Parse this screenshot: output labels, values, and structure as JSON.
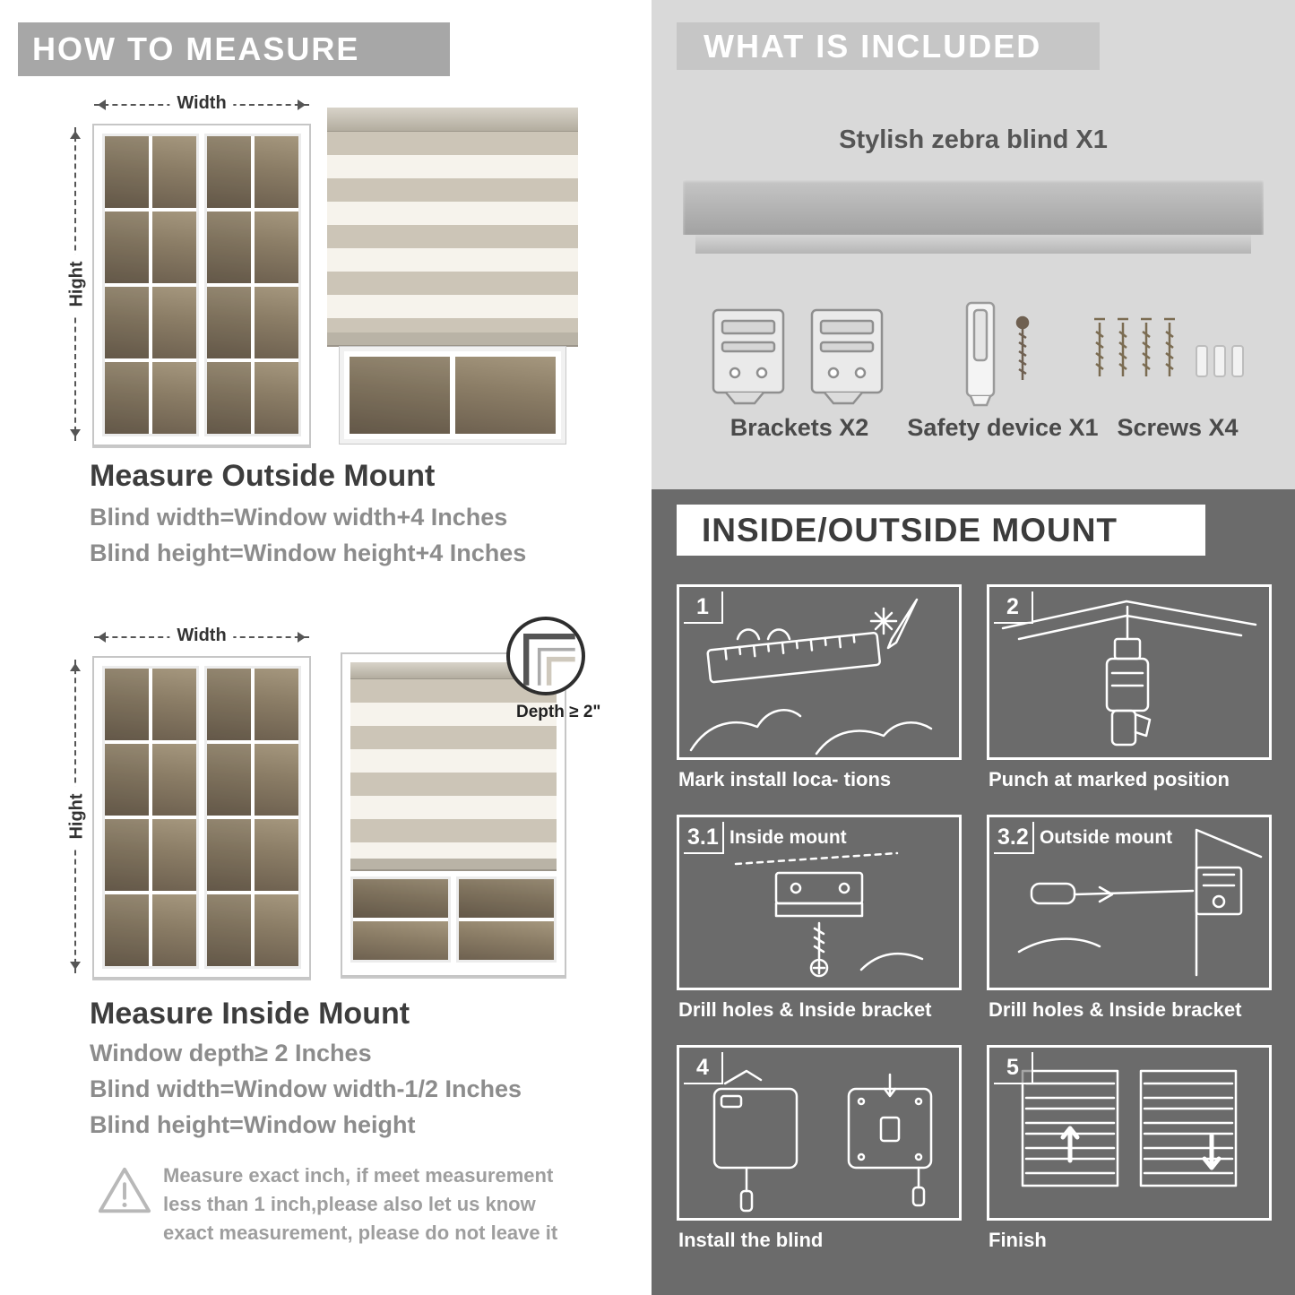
{
  "left": {
    "banner": "HOW TO MEASURE",
    "width_label": "Width",
    "height_label": "Hight",
    "outside": {
      "heading": "Measure Outside Mount",
      "lines": [
        "Blind width=Window width+4 Inches",
        "Blind height=Window height+4 Inches"
      ]
    },
    "inside": {
      "heading": "Measure Inside Mount",
      "depth_label": "Depth ≥ 2\"",
      "lines": [
        "Window depth≥ 2 Inches",
        "Blind width=Window width-1/2 Inches",
        "Blind height=Window height"
      ]
    },
    "note": "Measure exact inch, if meet measurement less than 1 inch,please also let us know exact measurement, please do not leave it"
  },
  "right": {
    "included": {
      "banner": "WHAT IS INCLUDED",
      "product": "Stylish zebra blind X1",
      "items": [
        {
          "label": "Brackets X2"
        },
        {
          "label": "Safety device X1"
        },
        {
          "label": "Screws X4"
        }
      ]
    },
    "mount": {
      "banner": "INSIDE/OUTSIDE MOUNT",
      "steps": [
        {
          "num": "1",
          "title": "",
          "caption": "Mark install loca- tions"
        },
        {
          "num": "2",
          "title": "",
          "caption": "Punch at  marked position"
        },
        {
          "num": "3.1",
          "title": "Inside mount",
          "caption": "Drill holes &  Inside bracket"
        },
        {
          "num": "3.2",
          "title": "Outside mount",
          "caption": "Drill holes &  Inside bracket"
        },
        {
          "num": "4",
          "title": "",
          "caption": "Install the blind"
        },
        {
          "num": "5",
          "title": "",
          "caption": "Finish"
        }
      ]
    }
  },
  "colors": {
    "banner_gray": "#a7a7a7",
    "light_panel": "#d9d9d9",
    "dark_panel": "#6b6b6b",
    "stripe_gray": "#ccc5b7",
    "stripe_light": "#f6f3ec"
  }
}
